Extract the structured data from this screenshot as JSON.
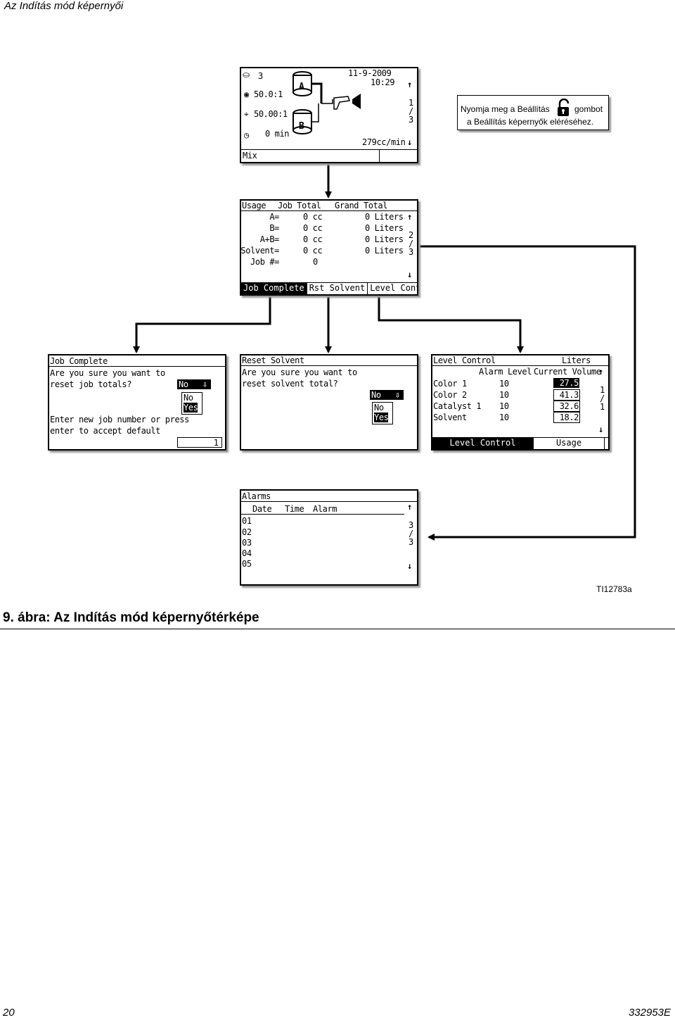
{
  "page": {
    "header_title": "Az Indítás mód képernyői",
    "caption": "9. ábra: Az Indítás mód képernyőtérképe",
    "figure_id": "TI12783a",
    "page_number": "20",
    "doc_number": "332953E"
  },
  "callout": {
    "line1_pre": "Nyomja meg a Beállítás",
    "line1_post": "gombot",
    "line2": "a Beállítás képernyők eléréséhez.",
    "icon": "unlock-icon"
  },
  "run_screen": {
    "job_value": "3",
    "ratio_value": "50.0:1",
    "tolerance_value": "50.00:1",
    "time_value": "0 min",
    "tank_a": "A",
    "tank_b": "B",
    "date": "11-9-2009",
    "time": "10:29",
    "page_top": "1",
    "page_sep": "/",
    "page_bottom": "3",
    "flow": "279cc/min",
    "mode": "Mix"
  },
  "usage_screen": {
    "col_usage": "Usage",
    "col_job_total": "Job Total",
    "col_grand_total": "Grand Total",
    "rows": [
      {
        "label": "A=",
        "job": "0 cc",
        "grand": "0 Liters"
      },
      {
        "label": "B=",
        "job": "0 cc",
        "grand": "0 Liters"
      },
      {
        "label": "A+B=",
        "job": "0 cc",
        "grand": "0 Liters"
      },
      {
        "label": "Solvent=",
        "job": "0 cc",
        "grand": "0 Liters"
      },
      {
        "label": "Job #=",
        "job": "0",
        "grand": ""
      }
    ],
    "page_top": "2",
    "page_sep": "/",
    "page_bottom": "3",
    "tabs": [
      "Job Complete",
      "Rst Solvent",
      "Level Control"
    ]
  },
  "job_complete": {
    "title": "Job Complete",
    "line1": "Are you sure you want to",
    "line2": "reset job totals?",
    "select_value": "No",
    "options": [
      "No",
      "Yes"
    ],
    "line3": "Enter new job number or press",
    "line4": "enter to accept default",
    "job_number": "1"
  },
  "reset_solvent": {
    "title": "Reset Solvent",
    "line1": "Are you sure you want to",
    "line2": "reset solvent total?",
    "select_value": "No",
    "options": [
      "No",
      "Yes"
    ]
  },
  "level_control": {
    "title": "Level Control",
    "unit": "Liters",
    "col_alarm": "Alarm Level",
    "col_current": "Current Volume",
    "rows": [
      {
        "name": "Color 1",
        "alarm": "10",
        "current": "27.5"
      },
      {
        "name": "Color 2",
        "alarm": "10",
        "current": "41.3"
      },
      {
        "name": "Catalyst 1",
        "alarm": "10",
        "current": "32.6"
      },
      {
        "name": "Solvent",
        "alarm": "10",
        "current": "18.2"
      }
    ],
    "page_top": "1",
    "page_sep": "/",
    "page_bottom": "1",
    "tabs": [
      "Level Control",
      "Usage"
    ]
  },
  "alarms": {
    "title": "Alarms",
    "col_date": "Date",
    "col_time": "Time",
    "col_alarm": "Alarm",
    "rows": [
      "01",
      "02",
      "03",
      "04",
      "05"
    ],
    "page_top": "3",
    "page_sep": "/",
    "page_bottom": "3"
  }
}
